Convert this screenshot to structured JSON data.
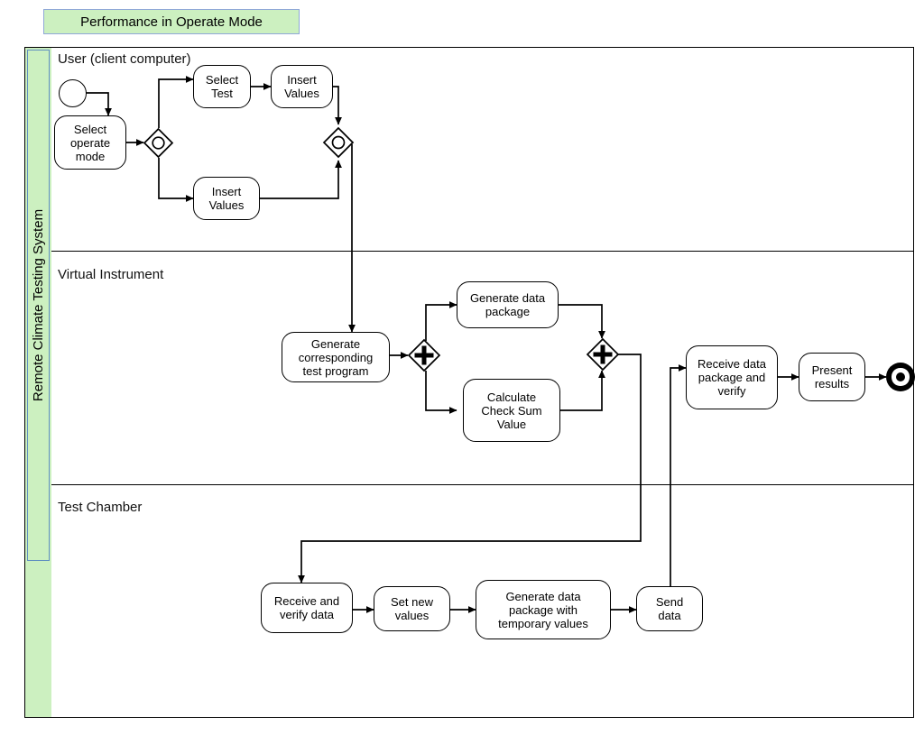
{
  "title": {
    "text": "Performance in Operate Mode"
  },
  "pool": {
    "label": "Remote Climate Testing System"
  },
  "lanes": [
    {
      "id": "user",
      "label": "User (client computer)"
    },
    {
      "id": "vi",
      "label": "Virtual Instrument"
    },
    {
      "id": "chamber",
      "label": "Test Chamber"
    }
  ],
  "nodes": {
    "start_event": {
      "type": "start-event",
      "label": ""
    },
    "select_operate": {
      "type": "task",
      "label": "Select\noperate\nmode"
    },
    "gw_split_user": {
      "type": "inclusive-gateway",
      "label": ""
    },
    "select_test": {
      "type": "task",
      "label": "Select\nTest"
    },
    "insert_values_top": {
      "type": "task",
      "label": "Insert\nValues"
    },
    "insert_values_bot": {
      "type": "task",
      "label": "Insert\nValues"
    },
    "gw_merge_user": {
      "type": "inclusive-gateway",
      "label": ""
    },
    "generate_program": {
      "type": "task",
      "label": "Generate\ncorresponding\ntest program"
    },
    "gw_split_vi": {
      "type": "parallel-gateway",
      "label": ""
    },
    "generate_package": {
      "type": "task",
      "label": "Generate data\npackage"
    },
    "calculate_checksum": {
      "type": "task",
      "label": "Calculate\nCheck Sum\nValue"
    },
    "gw_join_vi": {
      "type": "parallel-gateway",
      "label": ""
    },
    "receive_verify_pkg": {
      "type": "task",
      "label": "Receive data\npackage and\nverify"
    },
    "present_results": {
      "type": "task",
      "label": "Present\nresults"
    },
    "end_event": {
      "type": "end-event",
      "label": ""
    },
    "receive_verify_data": {
      "type": "task",
      "label": "Receive and\nverify data"
    },
    "set_new_values": {
      "type": "task",
      "label": "Set new\nvalues"
    },
    "generate_pkg_temp": {
      "type": "task",
      "label": "Generate data\npackage with\ntemporary values"
    },
    "send_data": {
      "type": "task",
      "label": "Send\ndata"
    }
  },
  "colors": {
    "pool_label_fill": "#ccf0c0",
    "pool_label_border": "#5f8fc0",
    "title_fill": "#ccf0c0",
    "title_border": "#8fa8d8",
    "stroke": "#000000",
    "background": "#ffffff"
  }
}
